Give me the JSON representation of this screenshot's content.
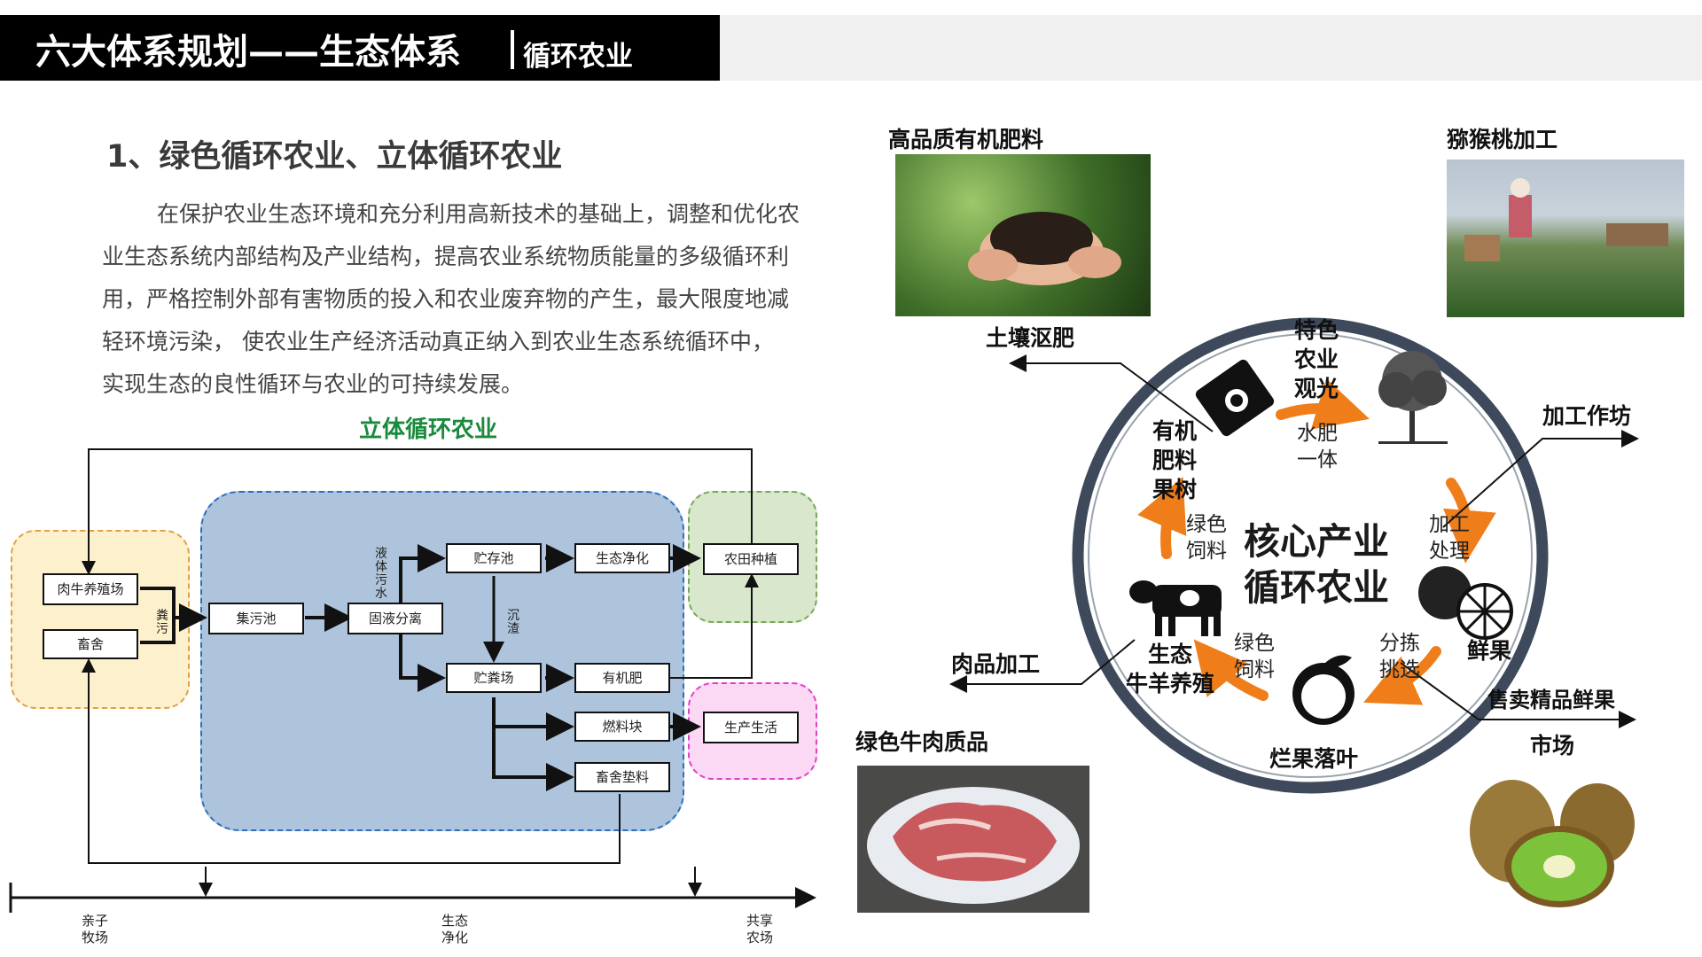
{
  "header": {
    "main": "六大体系规划——生态体系",
    "sub": "循环农业"
  },
  "section": {
    "title": "1、绿色循环农业、立体循环农业",
    "paragraph": "在保护农业生态环境和充分利用高新技术的基础上，调整和优化农业生态系统内部结构及产业结构，提高农业系统物质能量的多级循环利用，严格控制外部有害物质的投入和农业废弃物的产生，最大限度地减轻环境污染， 使农业生产经济活动真正纳入到农业生态系统循环中， 实现生态的良性循环与农业的可持续发展。"
  },
  "flow": {
    "title": "立体循环农业",
    "boxes": {
      "beef": "肉牛养殖场",
      "barn": "畜舍",
      "cesspool": "集污池",
      "separation": "固液分离",
      "storage_pool": "贮存池",
      "eco_purify": "生态净化",
      "farmland": "农田种植",
      "manure_yard": "贮粪场",
      "organic_fertilizer": "有机肥",
      "fuel_block": "燃料块",
      "production_life": "生产生活",
      "barn_bedding": "畜舍垫料"
    },
    "labels": {
      "manure": "粪污",
      "liquid_sewage": "液体污水",
      "sediment": "沉渣"
    },
    "timeline": [
      "亲子牧场",
      "生态净化",
      "共享农场"
    ]
  },
  "photos": {
    "fertilizer_caption": "高品质有机肥料",
    "kiwi_processing_caption": "猕猴桃加工",
    "beef_caption": "绿色牛肉质品"
  },
  "cycle": {
    "core": [
      "核心产业",
      "循环农业"
    ],
    "nodes": {
      "organic": [
        "有机",
        "肥料",
        "果树"
      ],
      "sightseeing": [
        "特色",
        "农业",
        "观光"
      ],
      "fresh_fruit": "鲜果",
      "rotten": "烂果落叶",
      "cattle": [
        "生态",
        "牛羊养殖"
      ]
    },
    "steps": {
      "water_fert": [
        "水肥",
        "一体"
      ],
      "processing": [
        "加工",
        "处理"
      ],
      "sorting": [
        "分拣",
        "挑选"
      ],
      "green_feed_1": [
        "绿色",
        "饲料"
      ],
      "green_feed_2": [
        "绿色",
        "饲料"
      ]
    },
    "outputs": {
      "soil": "土壤沤肥",
      "workshop": "加工作坊",
      "meat": "肉品加工",
      "market_sell": "售卖精品鲜果",
      "market": "市场"
    },
    "colors": {
      "ring": "#3e4a5c",
      "arrow": "#ee7d1a"
    }
  },
  "colors": {
    "zone_blue": "#adc4dc",
    "zone_yellow": "#fdf0cc",
    "zone_green": "#d9e8cd",
    "zone_pink": "#fbd8f4",
    "green_title": "#1a8a3c"
  }
}
